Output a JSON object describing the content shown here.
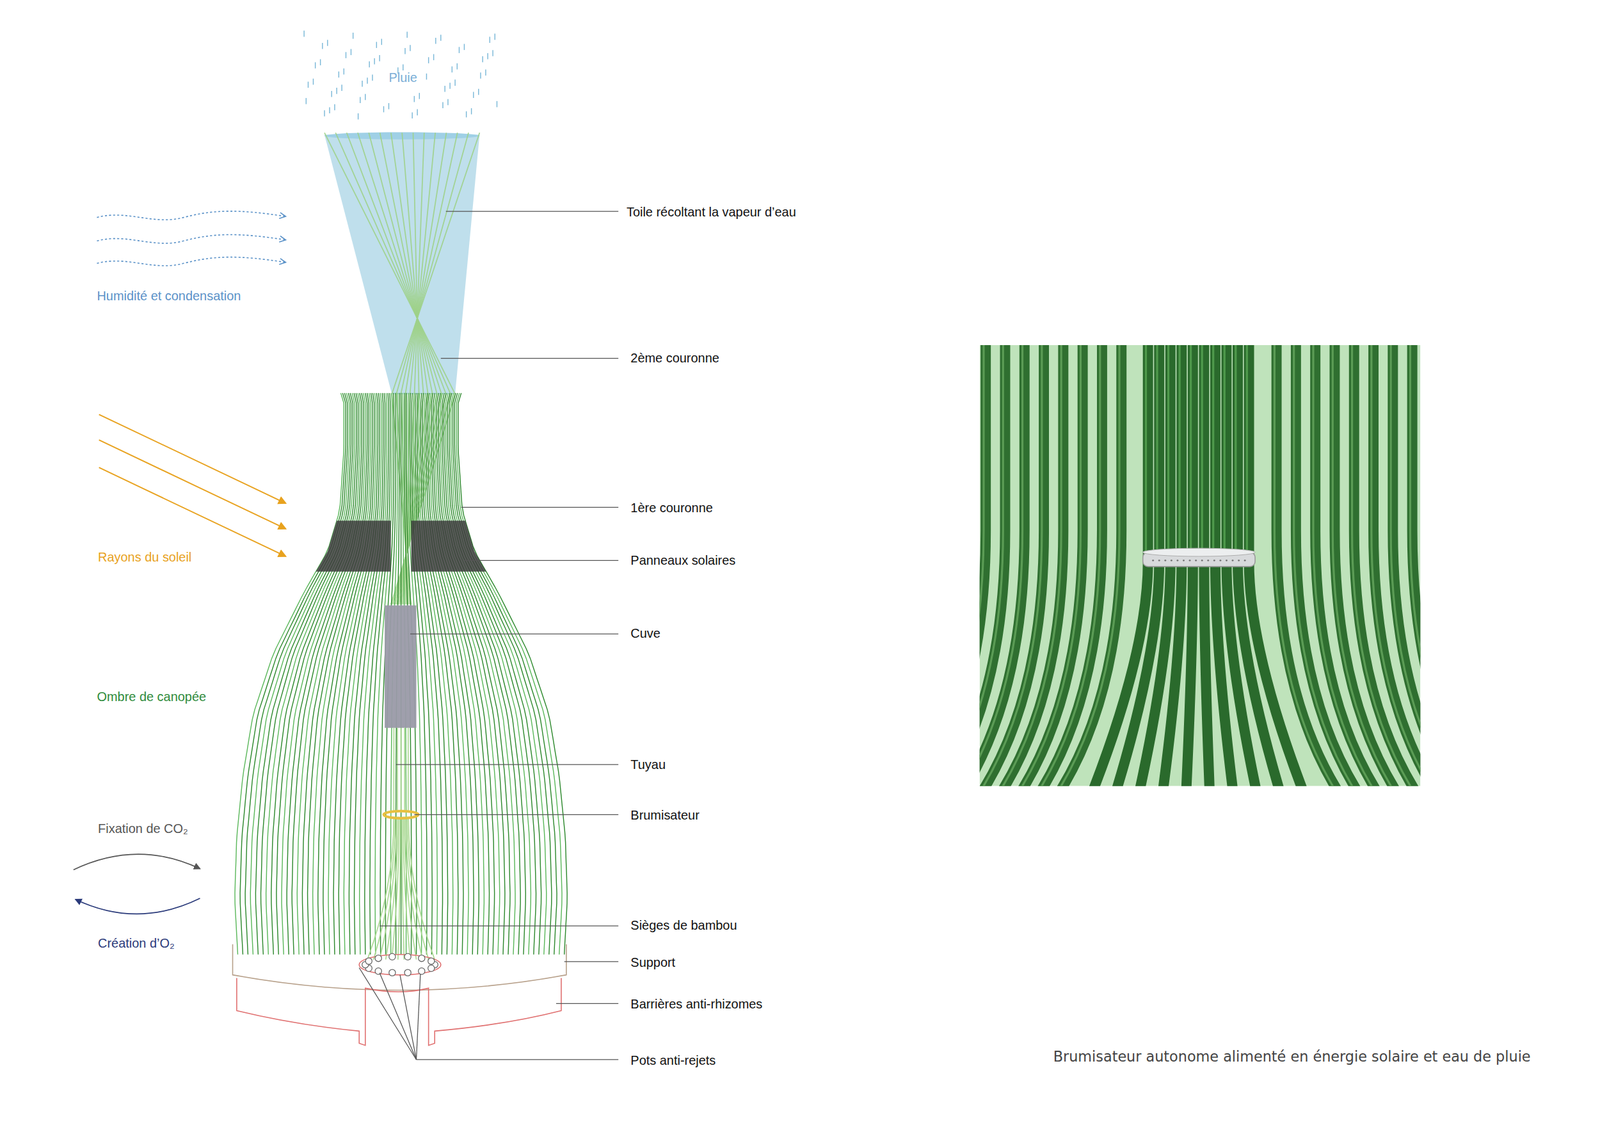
{
  "diagram": {
    "caption": "Brumisateur autonome alimenté en énergie solaire et eau de pluie",
    "labels": [
      "Pluie",
      "Toile récoltant la vapeur d’eau",
      "Humidité et condensation",
      "2ème couronne",
      "1ère couronne",
      "Rayons du soleil",
      "Panneaux solaires",
      "Cuve",
      "Ombre de canopée",
      "Tuyau",
      "Brumisateur",
      "Fixation de CO₂",
      "Sièges de bambou",
      "Support",
      "Création d’O₂",
      "Barrières anti-rhizomes",
      "Pots anti-rejets"
    ]
  }
}
